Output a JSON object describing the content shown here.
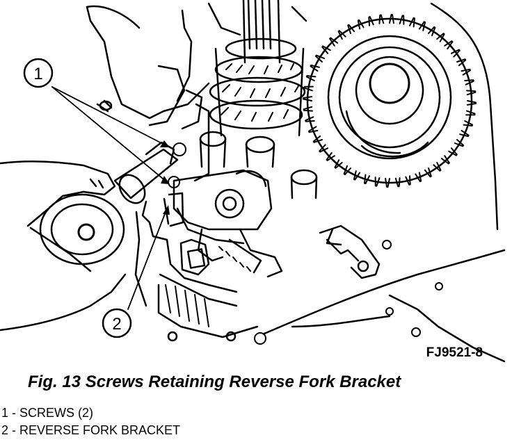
{
  "figure": {
    "id_label": "FJ9521-8",
    "caption": "Fig. 13 Screws Retaining Reverse Fork Bracket"
  },
  "callouts": [
    {
      "number": "1"
    },
    {
      "number": "2"
    }
  ],
  "legend": [
    {
      "text": "1 - SCREWS (2)"
    },
    {
      "text": "2 - REVERSE FORK BRACKET"
    }
  ]
}
